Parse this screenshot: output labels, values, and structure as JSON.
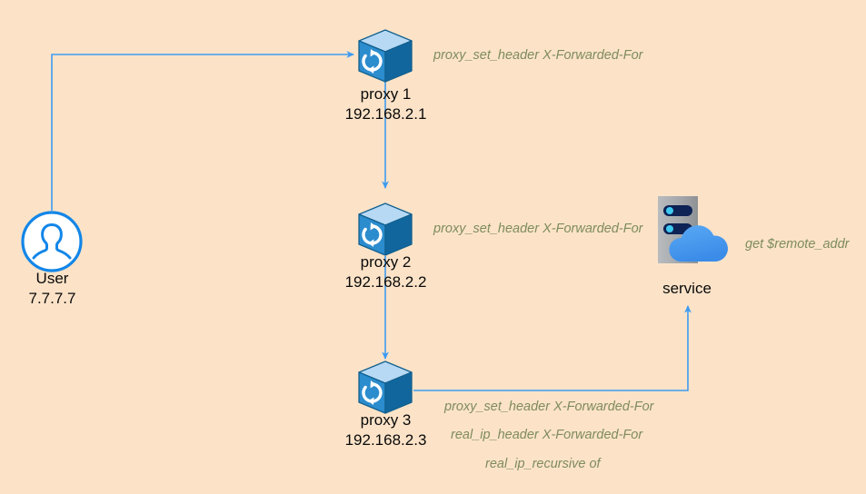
{
  "diagram": {
    "title": "nginx proxy chain X-Forwarded-For flow",
    "background_color": "#fce3c8",
    "wire_color": "#3d9bf0",
    "annotation_color": "#7e8b5e",
    "label_color": "#0a0a0a"
  },
  "nodes": {
    "user": {
      "icon": "user-avatar-icon",
      "name": "User",
      "address": "7.7.7.7"
    },
    "proxy1": {
      "icon": "proxy-cube-icon",
      "name": "proxy 1",
      "address": "192.168.2.1"
    },
    "proxy2": {
      "icon": "proxy-cube-icon",
      "name": "proxy 2",
      "address": "192.168.2.2"
    },
    "proxy3": {
      "icon": "proxy-cube-icon",
      "name": "proxy 3",
      "address": "192.168.2.3"
    },
    "service": {
      "icon": "server-cloud-icon",
      "name": "service"
    }
  },
  "annotations": {
    "proxy1_directive": "proxy_set_header X-Forwarded-For",
    "proxy2_directive": "proxy_set_header X-Forwarded-For",
    "proxy3_directive_1": "proxy_set_header X-Forwarded-For",
    "proxy3_directive_2": "real_ip_header X-Forwarded-For",
    "proxy3_directive_3": "real_ip_recursive of",
    "service_directive": "get $remote_addr"
  },
  "edges": [
    {
      "name": "user-to-proxy1",
      "from": "user",
      "to": "proxy1"
    },
    {
      "name": "proxy1-to-proxy2",
      "from": "proxy1",
      "to": "proxy2"
    },
    {
      "name": "proxy2-to-proxy3",
      "from": "proxy2",
      "to": "proxy3"
    },
    {
      "name": "proxy3-to-service",
      "from": "proxy3",
      "to": "service"
    }
  ]
}
